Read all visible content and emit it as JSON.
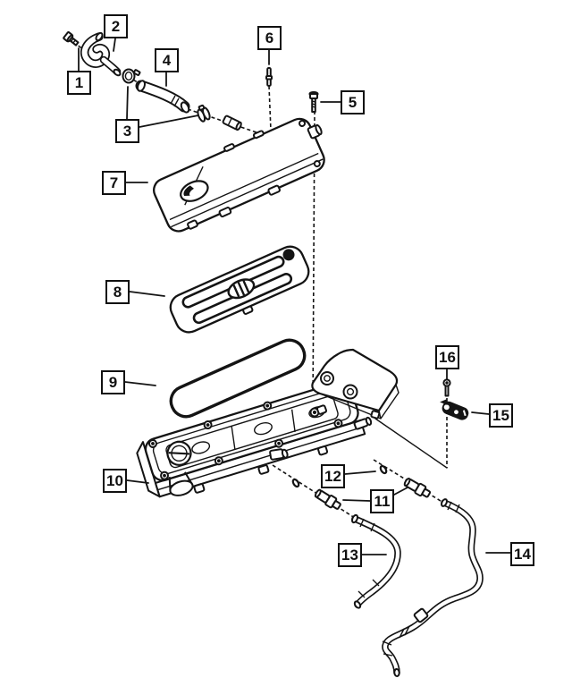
{
  "diagram": {
    "kind": "exploded-parts-diagram",
    "background_color": "#ffffff",
    "line_color": "#141414",
    "callout_border_color": "#111111",
    "callouts": [
      {
        "label": "1",
        "name": "mounting-bolt"
      },
      {
        "label": "2",
        "name": "breather-elbow-tube"
      },
      {
        "label": "3",
        "name": "hose-clamps"
      },
      {
        "label": "4",
        "name": "breather-hose"
      },
      {
        "label": "5",
        "name": "cover-bolt"
      },
      {
        "label": "6",
        "name": "stud"
      },
      {
        "label": "7",
        "name": "engine-top-cover"
      },
      {
        "label": "8",
        "name": "foam-insulator-cover"
      },
      {
        "label": "9",
        "name": "cover-gasket"
      },
      {
        "label": "10",
        "name": "cylinder-head-cover"
      },
      {
        "label": "11",
        "name": "tube-fittings"
      },
      {
        "label": "12",
        "name": "o-ring-seals"
      },
      {
        "label": "13",
        "name": "short-vapor-tube"
      },
      {
        "label": "14",
        "name": "long-vapor-tube"
      },
      {
        "label": "15",
        "name": "retainer-clip"
      },
      {
        "label": "16",
        "name": "retainer-screw"
      }
    ]
  }
}
